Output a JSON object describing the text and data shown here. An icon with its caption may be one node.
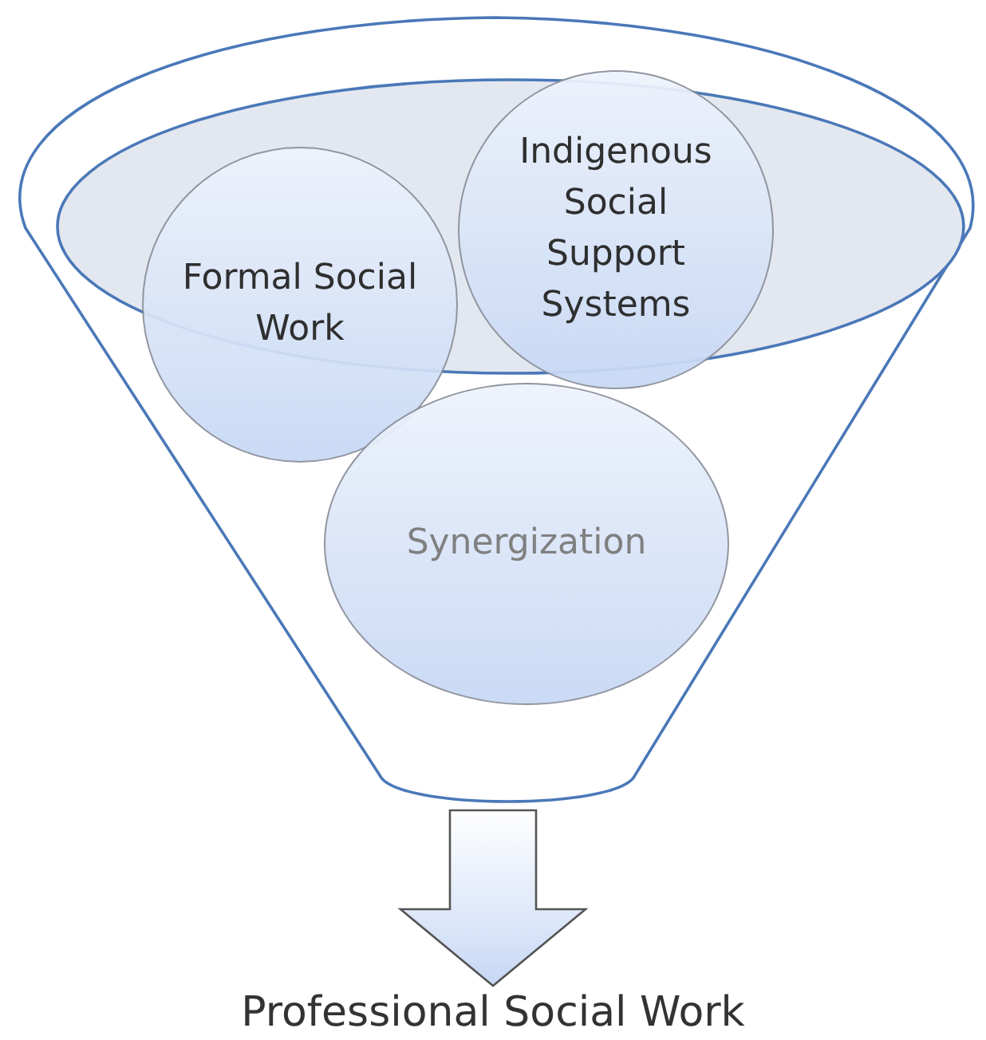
{
  "diagram": {
    "nodes": [
      {
        "text": [],
        "shape": "funnel"
      },
      {
        "text": [
          "Formal Social Work"
        ],
        "in": 0
      },
      {
        "text": [
          "Indigenous Social Support Systems"
        ],
        "in": 0
      },
      {
        "text": [
          "Synergization"
        ],
        "in": 0
      },
      {
        "text": [
          "Professional Social Work"
        ]
      }
    ],
    "edges": [
      {
        "from": 0,
        "to": 4,
        "arrow": "to"
      }
    ]
  }
}
